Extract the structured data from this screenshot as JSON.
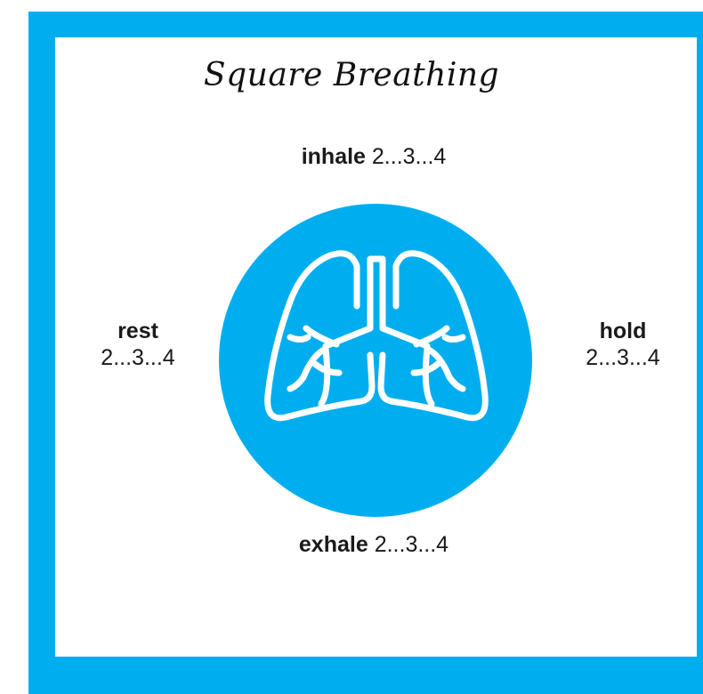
{
  "title": "Square Breathing",
  "steps": {
    "inhale": {
      "word": "inhale",
      "count": "2...3...4"
    },
    "hold": {
      "word": "hold",
      "count": "2...3...4"
    },
    "exhale": {
      "word": "exhale",
      "count": "2...3...4"
    },
    "rest": {
      "word": "rest",
      "count": "2...3...4"
    }
  },
  "colors": {
    "accent": "#00aeef",
    "text": "#1a1a1a",
    "icon": "#ffffff"
  },
  "icon": "lungs-icon"
}
